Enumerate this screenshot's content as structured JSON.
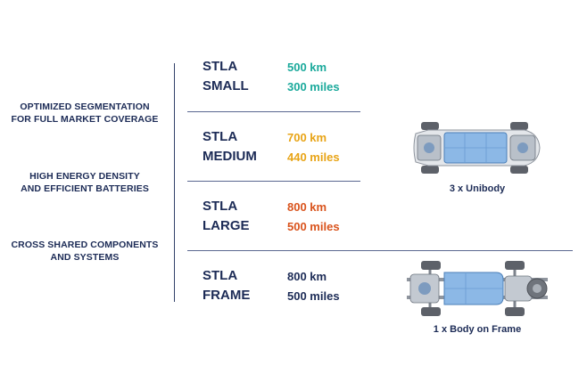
{
  "left_column": {
    "item1_line1": "OPTIMIZED SEGMENTATION",
    "item1_line2": "FOR FULL MARKET COVERAGE",
    "item2_line1": "HIGH ENERGY DENSITY",
    "item2_line2": "AND EFFICIENT BATTERIES",
    "item3_line1": "CROSS SHARED COMPONENTS",
    "item3_line2": "AND SYSTEMS"
  },
  "platforms": [
    {
      "line1": "STLA",
      "line2": "SMALL",
      "km": "500 km",
      "miles": "300 miles",
      "color": "#1aa99b"
    },
    {
      "line1": "STLA",
      "line2": "MEDIUM",
      "km": "700 km",
      "miles": "440 miles",
      "color": "#e8a416"
    },
    {
      "line1": "STLA",
      "line2": "LARGE",
      "km": "800 km",
      "miles": "500 miles",
      "color": "#d9531c"
    },
    {
      "line1": "STLA",
      "line2": "FRAME",
      "km": "800 km",
      "miles": "500 miles",
      "color": "#1c2b56"
    }
  ],
  "captions": {
    "unibody": "3 x Unibody",
    "frame": "1 x Body on Frame"
  },
  "icons": {
    "unibody": "unibody-chassis-icon",
    "frame": "body-on-frame-chassis-icon"
  }
}
